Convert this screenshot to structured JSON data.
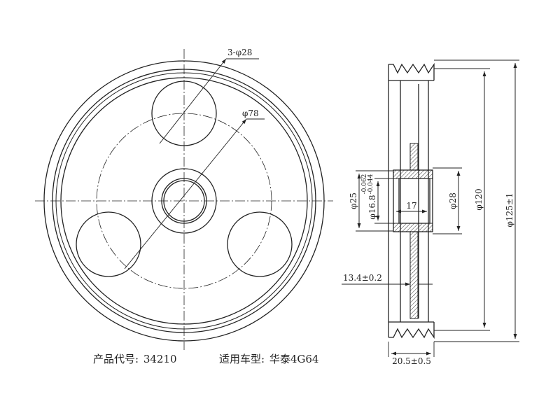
{
  "dimensions": {
    "holes": "3-φ28",
    "pitch_circle": "φ78",
    "bore_outer": "φ25",
    "bore_tol": "φ16.8",
    "tol_upper": "-0.062",
    "tol_lower": "-0.044",
    "hub_inner": "17",
    "hub_outer": "φ28",
    "groove_dia": "φ120",
    "outer_dia": "φ125±1",
    "offset": "13.4±0.2",
    "width": "20.5±0.5"
  },
  "caption": {
    "code_label": "产品代号:",
    "code_value": "34210",
    "model_label": "适用车型:",
    "model_value": "华泰4G64"
  }
}
